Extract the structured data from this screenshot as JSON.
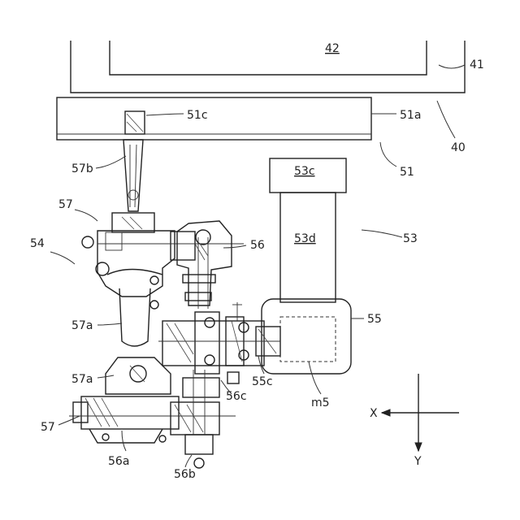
{
  "labels": {
    "l42": "42",
    "l41": "41",
    "l40": "40",
    "l51c": "51c",
    "l51a": "51a",
    "l51": "51",
    "l57b": "57b",
    "l53c": "53c",
    "l53d": "53d",
    "l53": "53",
    "l57_top": "57",
    "l54": "54",
    "l56": "56",
    "l57a_upper": "57a",
    "l55": "55",
    "l57a_lower": "57a",
    "l56c": "56c",
    "l55c": "55c",
    "l57_bottom": "57",
    "lm5": "m5",
    "l56a": "56a",
    "l56b": "56b",
    "axis_x": "X",
    "axis_y": "Y"
  },
  "colors": {
    "line": "#222222",
    "background": "#ffffff"
  }
}
